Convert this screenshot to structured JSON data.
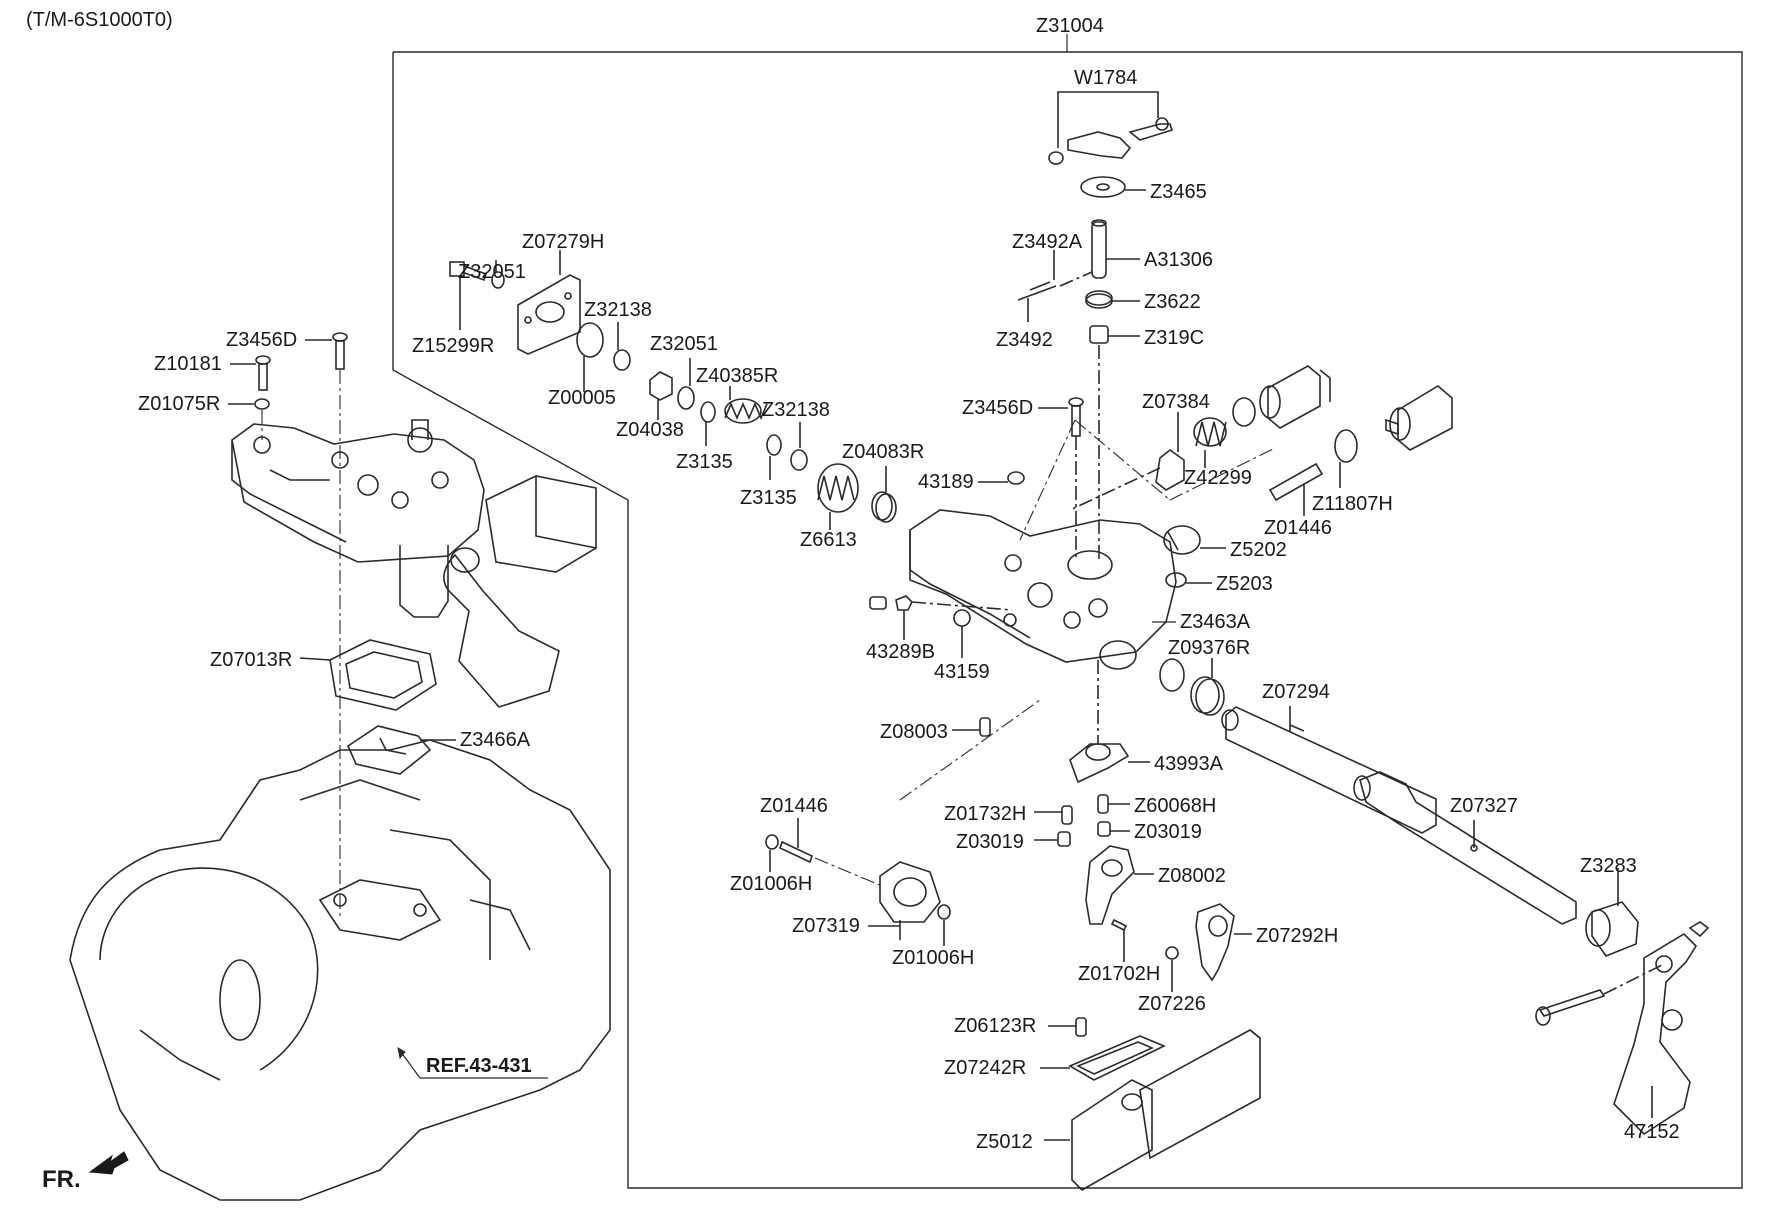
{
  "header": {
    "model_code": "(T/M-6S1000T0)"
  },
  "footer": {
    "reference": "REF.43-431",
    "front": "FR."
  },
  "labels": [
    {
      "id": "Z31004",
      "text": "Z31004"
    },
    {
      "id": "W1784",
      "text": "W1784"
    },
    {
      "id": "Z3465",
      "text": "Z3465"
    },
    {
      "id": "Z3492A",
      "text": "Z3492A"
    },
    {
      "id": "A31306",
      "text": "A31306"
    },
    {
      "id": "Z3622",
      "text": "Z3622"
    },
    {
      "id": "Z3492",
      "text": "Z3492"
    },
    {
      "id": "Z319C",
      "text": "Z319C"
    },
    {
      "id": "Z07279H",
      "text": "Z07279H"
    },
    {
      "id": "Z32051a",
      "text": "Z32051"
    },
    {
      "id": "Z32138a",
      "text": "Z32138"
    },
    {
      "id": "Z15299R",
      "text": "Z15299R"
    },
    {
      "id": "Z32051b",
      "text": "Z32051"
    },
    {
      "id": "Z40385R",
      "text": "Z40385R"
    },
    {
      "id": "Z00005",
      "text": "Z00005"
    },
    {
      "id": "Z32138b",
      "text": "Z32138"
    },
    {
      "id": "Z04038",
      "text": "Z04038"
    },
    {
      "id": "Z3135a",
      "text": "Z3135"
    },
    {
      "id": "Z04083R",
      "text": "Z04083R"
    },
    {
      "id": "Z3135b",
      "text": "Z3135"
    },
    {
      "id": "Z6613",
      "text": "Z6613"
    },
    {
      "id": "Z3456D_l",
      "text": "Z3456D"
    },
    {
      "id": "Z10181",
      "text": "Z10181"
    },
    {
      "id": "Z01075R",
      "text": "Z01075R"
    },
    {
      "id": "Z3456D_r",
      "text": "Z3456D"
    },
    {
      "id": "Z07384",
      "text": "Z07384"
    },
    {
      "id": "Z42299",
      "text": "Z42299"
    },
    {
      "id": "Z11807H",
      "text": "Z11807H"
    },
    {
      "id": "Z01446a",
      "text": "Z01446"
    },
    {
      "id": "Z43189",
      "text": "43189"
    },
    {
      "id": "Z5202",
      "text": "Z5202"
    },
    {
      "id": "Z5203",
      "text": "Z5203"
    },
    {
      "id": "Z3463A",
      "text": "Z3463A"
    },
    {
      "id": "Z43289B",
      "text": "43289B"
    },
    {
      "id": "Z43159",
      "text": "43159"
    },
    {
      "id": "Z09376R",
      "text": "Z09376R"
    },
    {
      "id": "Z07294",
      "text": "Z07294"
    },
    {
      "id": "Z07013R",
      "text": "Z07013R"
    },
    {
      "id": "Z08003",
      "text": "Z08003"
    },
    {
      "id": "Z3466A",
      "text": "Z3466A"
    },
    {
      "id": "Z43993A",
      "text": "43993A"
    },
    {
      "id": "Z01446b",
      "text": "Z01446"
    },
    {
      "id": "Z01732H",
      "text": "Z01732H"
    },
    {
      "id": "Z60068H",
      "text": "Z60068H"
    },
    {
      "id": "Z07327",
      "text": "Z07327"
    },
    {
      "id": "Z03019a",
      "text": "Z03019"
    },
    {
      "id": "Z03019b",
      "text": "Z03019"
    },
    {
      "id": "Z3283",
      "text": "Z3283"
    },
    {
      "id": "Z01006Ha",
      "text": "Z01006H"
    },
    {
      "id": "Z08002",
      "text": "Z08002"
    },
    {
      "id": "Z07319",
      "text": "Z07319"
    },
    {
      "id": "Z07292H",
      "text": "Z07292H"
    },
    {
      "id": "Z01006Hb",
      "text": "Z01006H"
    },
    {
      "id": "Z01702H",
      "text": "Z01702H"
    },
    {
      "id": "Z07226",
      "text": "Z07226"
    },
    {
      "id": "Z06123R",
      "text": "Z06123R"
    },
    {
      "id": "Z07242R",
      "text": "Z07242R"
    },
    {
      "id": "Z5012",
      "text": "Z5012"
    },
    {
      "id": "Z47152",
      "text": "47152"
    }
  ]
}
